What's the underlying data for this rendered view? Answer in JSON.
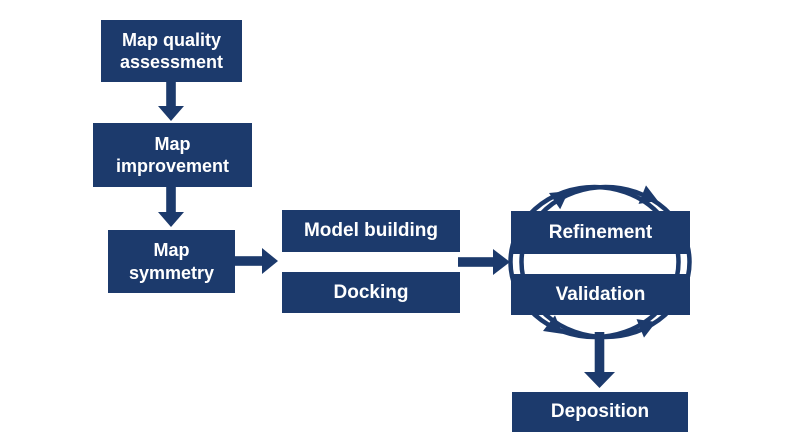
{
  "diagram": {
    "type": "flowchart",
    "colors": {
      "primary": "#1c3a6c",
      "text": "#ffffff",
      "background": "#ffffff"
    },
    "nodes": {
      "map_quality": "Map quality\nassessment",
      "map_improvement": "Map\nimprovement",
      "map_symmetry": "Map\nsymmetry",
      "model_building": "Model building",
      "docking": "Docking",
      "refinement": "Refinement",
      "validation": "Validation",
      "deposition": "Deposition"
    },
    "edges": [
      {
        "from": "map_quality",
        "to": "map_improvement"
      },
      {
        "from": "map_improvement",
        "to": "map_symmetry"
      },
      {
        "from": "map_symmetry",
        "to": "model_building_docking"
      },
      {
        "from": "model_building_docking",
        "to": "refinement_validation"
      },
      {
        "from": "refinement_validation",
        "to": "deposition"
      }
    ],
    "cycle": {
      "between": [
        "refinement",
        "validation"
      ],
      "style": "bidirectional circular arrows"
    }
  }
}
